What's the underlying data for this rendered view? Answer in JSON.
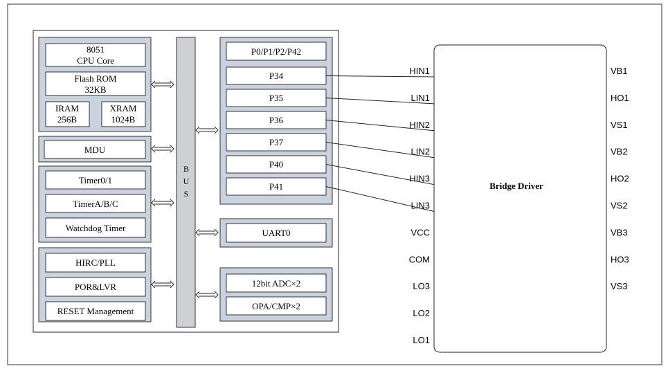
{
  "cpu_group": {
    "cpu_core": {
      "line1": "8051",
      "line2": "CPU Core"
    },
    "flash": {
      "line1": "Flash ROM",
      "line2": "32KB"
    },
    "iram": {
      "line1": "IRAM",
      "line2": "256B"
    },
    "xram": {
      "line1": "XRAM",
      "line2": "1024B"
    }
  },
  "mdu": "MDU",
  "timers": {
    "timer01": "Timer0/1",
    "timerabc": "TimerA/B/C",
    "watchdog": "Watchdog Timer"
  },
  "clock_reset": {
    "hirc": "HIRC/PLL",
    "porlvr": "POR&LVR",
    "reset": "RESET Management"
  },
  "bus": {
    "letters": [
      "B",
      "U",
      "S"
    ]
  },
  "ports": {
    "header": "P0/P1/P2/P42",
    "items": [
      "P34",
      "P35",
      "P36",
      "P37",
      "P40",
      "P41"
    ]
  },
  "uart": "UART0",
  "analog": {
    "adc": "12bit ADC×2",
    "opa": "OPA/CMP×2"
  },
  "bridge": {
    "title": "Bridge Driver",
    "left_pins": [
      "HIN1",
      "LIN1",
      "HIN2",
      "LIN2",
      "HIN3",
      "LIN3",
      "VCC",
      "COM",
      "LO3",
      "LO2",
      "LO1"
    ],
    "right_pins": [
      "VB1",
      "HO1",
      "VS1",
      "VB2",
      "HO2",
      "VS2",
      "VB3",
      "HO3",
      "VS3"
    ]
  },
  "colors": {
    "group_fill": "#c9d2de",
    "bus_fill": "#cfd0d2",
    "line": "#222222"
  }
}
